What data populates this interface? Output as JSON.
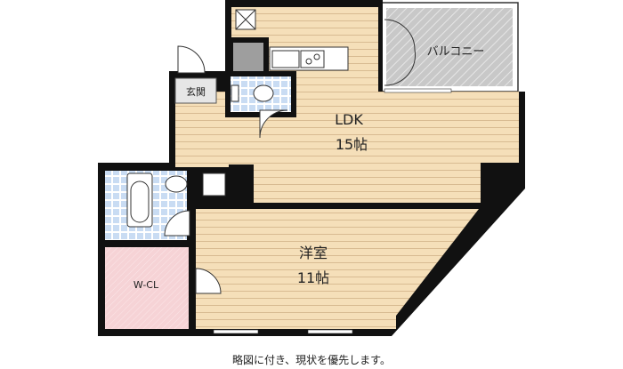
{
  "floorplan": {
    "rooms": {
      "ldk": {
        "name": "LDK",
        "size": "15帖"
      },
      "western": {
        "name": "洋室",
        "size": "11帖"
      },
      "balcony": {
        "name": "バルコニー"
      },
      "entrance": {
        "name": "玄関"
      },
      "closet": {
        "name": "W-CL"
      }
    },
    "note": "略図に付き、現状を優先します。",
    "colors": {
      "floor": "#f5dfb9",
      "floor_line": "#d8bb92",
      "wall": "#111111",
      "tile": "#c9dcf3",
      "balcony": "#c8c8c8",
      "closet": "#f6d3d6"
    }
  }
}
